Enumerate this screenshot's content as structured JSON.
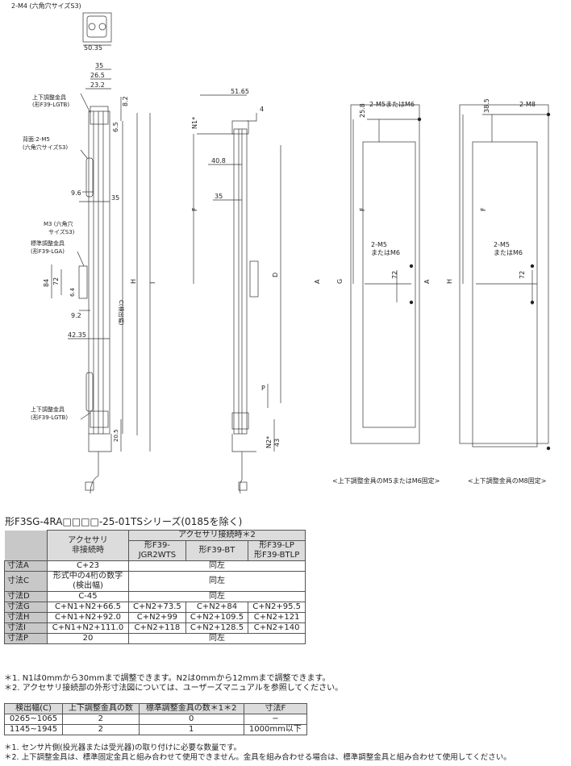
{
  "drawings": {
    "top_view": {
      "label_m4": "2-M4 (六角穴サイズS3)",
      "dim": "50.35"
    },
    "side_view": {
      "dims": [
        "35",
        "26.5",
        "23.2",
        "8.2",
        "6.5",
        "9.6",
        "35",
        "84",
        "72",
        "6.4",
        "9.2",
        "42.35",
        "20.5"
      ],
      "letters": [
        "C(検出幅)",
        "H",
        "I"
      ],
      "labels": {
        "upper_bracket_top": [
          "上下調整金具",
          "(形F39-LGTB)"
        ],
        "back_m5": [
          "背面:2-M5",
          "(六角穴サイズS3)"
        ],
        "m3": [
          "M3 (六角穴",
          "サイズS3)"
        ],
        "std_bracket": [
          "標準調整金具",
          "(形F39-LGA)"
        ],
        "upper_bracket_bottom": [
          "上下調整金具",
          "(形F39-LGTB)"
        ]
      }
    },
    "front_view": {
      "dims": [
        "51.65",
        "4",
        "40.8",
        "35",
        "43"
      ],
      "letters": [
        "N1*",
        "F",
        "D",
        "P",
        "N2*"
      ]
    },
    "mount_m5m6": {
      "hole_top": "2-M5またはM6",
      "hole_mid": [
        "2-M5",
        "またはM6"
      ],
      "dims": [
        "25.8",
        "72"
      ],
      "letters": [
        "F",
        "G",
        "A"
      ],
      "caption": "<上下調整金具のM5またはM6固定>"
    },
    "mount_m8": {
      "hole_top": "2-M8",
      "hole_mid": [
        "2-M5",
        "またはM6"
      ],
      "dims": [
        "38.5",
        "72"
      ],
      "letters": [
        "F",
        "H",
        "A"
      ],
      "caption": "<上下調整金具のM8固定>"
    }
  },
  "series_title": "形F3SG-4RA□□□□-25-01TSシリーズ(0185を除く)",
  "table1": {
    "header_no_acc": [
      "アクセサリ",
      "非接続時"
    ],
    "header_acc": "アクセサリ接続時＊2",
    "sub_headers": [
      [
        "形F39-",
        "JGR2WTS"
      ],
      [
        "形F39-BT"
      ],
      [
        "形F39-LP",
        "形F39-BTLP"
      ]
    ],
    "rows": [
      {
        "label": "寸法A",
        "no_acc": "C+23",
        "same": "同左"
      },
      {
        "label": "寸法C",
        "no_acc_lines": [
          "形式中の4桁の数字",
          "(検出幅)"
        ],
        "same": "同左"
      },
      {
        "label": "寸法D",
        "no_acc": "C-45",
        "same": "同左"
      },
      {
        "label": "寸法G",
        "cells": [
          "C+N1+N2+66.5",
          "C+N2+73.5",
          "C+N2+84",
          "C+N2+95.5"
        ]
      },
      {
        "label": "寸法H",
        "cells": [
          "C+N1+N2+92.0",
          "C+N2+99",
          "C+N2+109.5",
          "C+N2+121"
        ]
      },
      {
        "label": "寸法I",
        "cells": [
          "C+N1+N2+111.0",
          "C+N2+118",
          "C+N2+128.5",
          "C+N2+140"
        ]
      },
      {
        "label": "寸法P",
        "no_acc": "20",
        "same": "同左"
      }
    ]
  },
  "notes1": [
    "＊1. N1は0mmから30mmまで調整できます。N2は0mmから12mmまで調整できます。",
    "＊2. アクセサリ接続部の外形寸法図については、ユーザーズマニュアルを参照してください。"
  ],
  "table2": {
    "headers": [
      "検出幅(C)",
      "上下調整金具の数",
      "標準調整金具の数＊1＊2",
      "寸法F"
    ],
    "rows": [
      [
        "0265~1065",
        "2",
        "0",
        "−"
      ],
      [
        "1145~1945",
        "2",
        "1",
        "1000mm以下"
      ]
    ]
  },
  "notes2": [
    "＊1. センサ片側(投光器または受光器)の取り付けに必要な数量です。",
    "＊2. 上下調整金具は、標準固定金具と組み合わせて使用できません。金具を組み合わせる場合は、標準調整金具と組み合わせて使用してください。"
  ]
}
